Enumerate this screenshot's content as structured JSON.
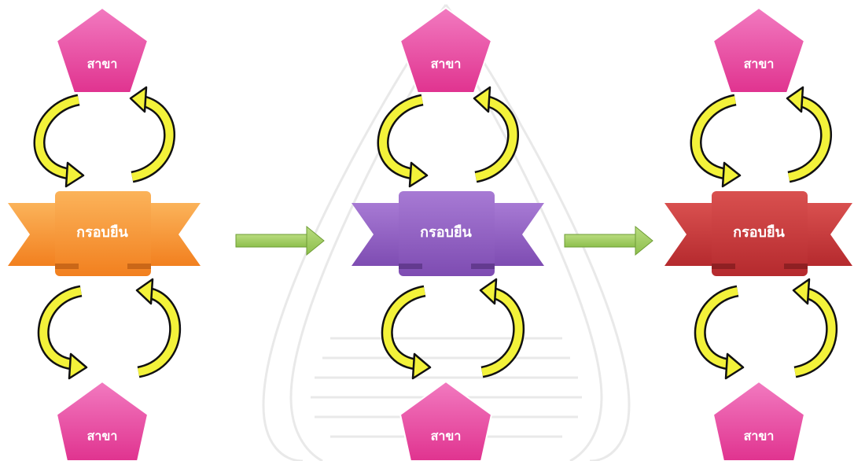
{
  "diagram": {
    "columns": [
      {
        "top_branch": "สาขา",
        "frame": "กรอบยืน",
        "bottom_branch": "สาขา",
        "frame_color": "#f2801f",
        "frame_color_light": "#fbb35a",
        "frame_color_dark": "#b85a12"
      },
      {
        "top_branch": "สาขา",
        "frame": "กรอบยืน",
        "bottom_branch": "สาขา",
        "frame_color": "#7e4cb2",
        "frame_color_light": "#a77ad4",
        "frame_color_dark": "#56307f"
      },
      {
        "top_branch": "สาขา",
        "frame": "กรอบยืน",
        "bottom_branch": "สาขา",
        "frame_color": "#b52a2e",
        "frame_color_light": "#d9504f",
        "frame_color_dark": "#7e1a1d"
      }
    ],
    "branch_color": "#e0338f",
    "branch_color_light": "#f27ac0",
    "cycle_arrow_color": "#f3f23a",
    "flow_arrow_color": "#8dbf4c",
    "flow_arrow_color_light": "#b9dc7f"
  }
}
